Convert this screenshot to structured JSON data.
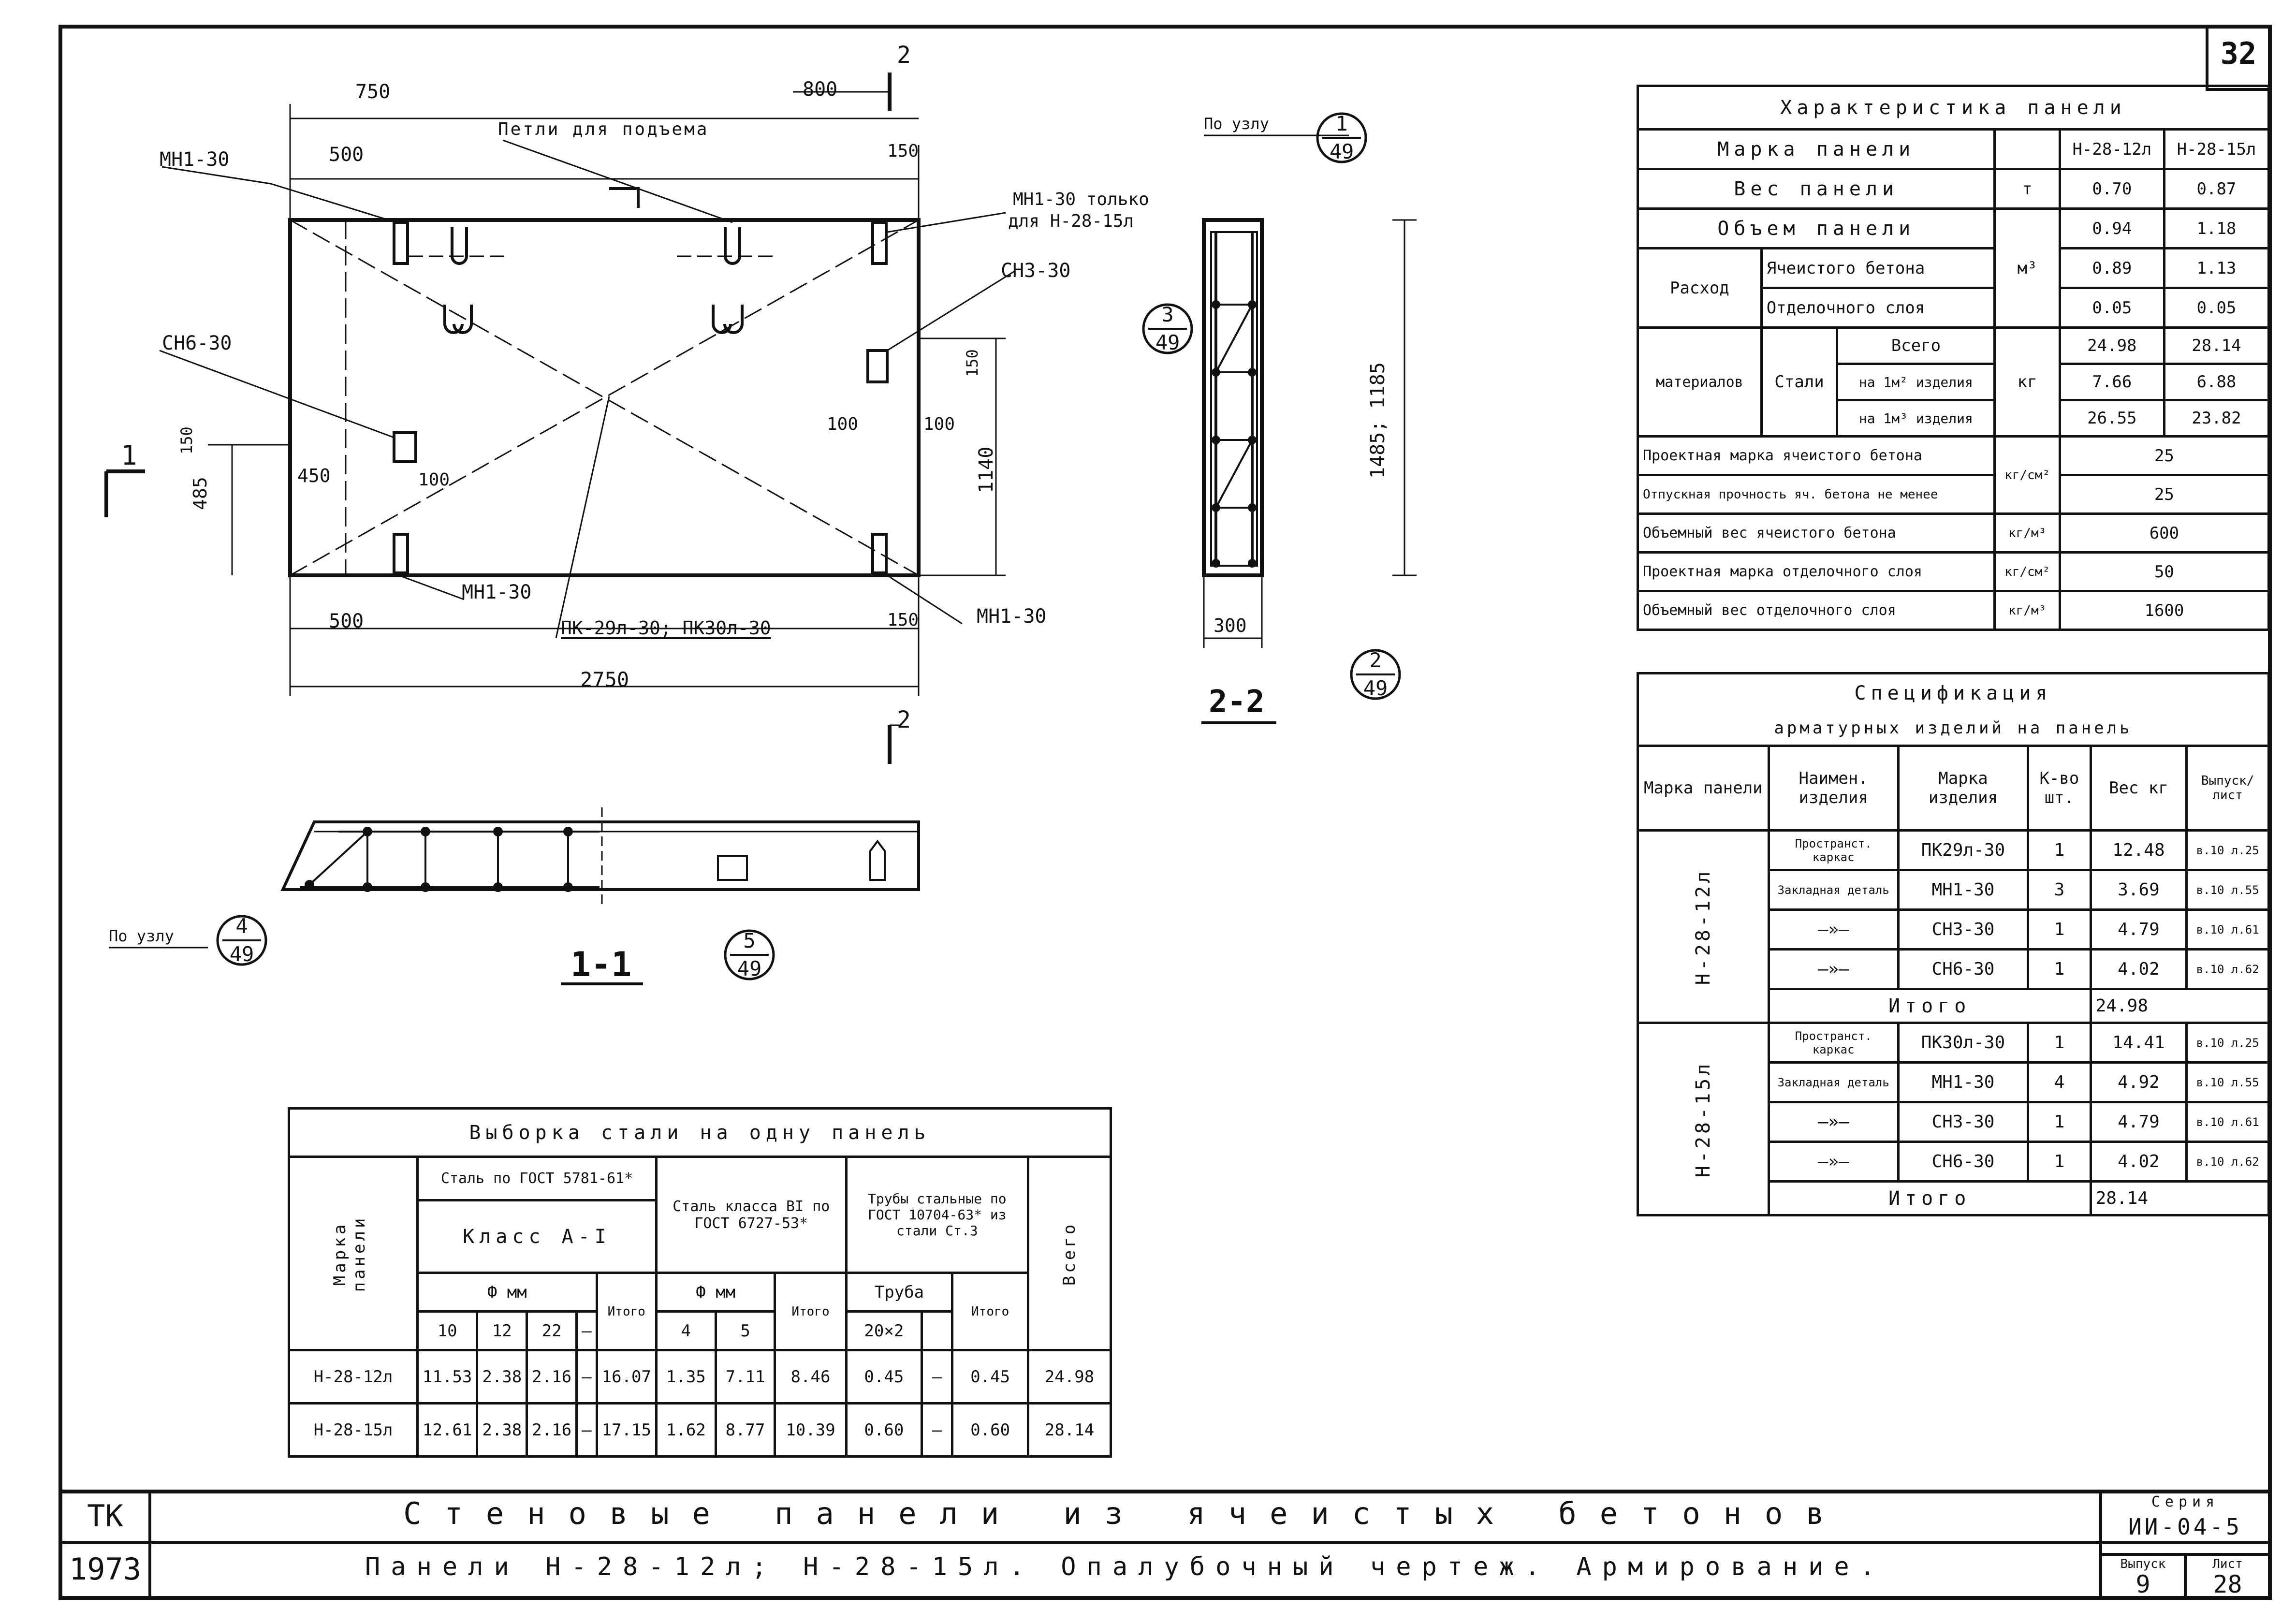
{
  "sheet": {
    "page_number": "32",
    "title_main": "Стеновые панели из ячеистых бетонов",
    "title_sub": "Панели Н-28-12л; Н-28-15л. Опалубочный чертеж. Армирование.",
    "org": "ТК",
    "year": "1973",
    "series_label": "Серия",
    "series_value": "ИИ-04-5",
    "issue_label": "Выпуск",
    "issue_value": "9",
    "sheet_label": "Лист",
    "sheet_value": "28"
  },
  "drawing": {
    "lbl_mn1_30_tl": "МН1-30",
    "lbl_petli": "Петли для подъема",
    "lbl_mn1_30_only": "МН1-30 только",
    "lbl_mn1_30_only2": "для Н-28-15л",
    "lbl_sn3_30": "СН3-30",
    "lbl_sn6_30": "СН6-30",
    "lbl_mn1_30_bottom": "МН1-30",
    "lbl_mn1_30_br": "МН1-30",
    "lbl_pk": "ПК-29л-30; ПК30л-30",
    "dim_750": "750",
    "dim_500_top": "500",
    "dim_800": "800",
    "dim_150_top": "150",
    "dim_2750": "2750",
    "dim_500_bot": "500",
    "dim_150_bot": "150",
    "dim_450": "450",
    "dim_100_l": "100",
    "dim_100_r1": "100",
    "dim_100_r2": "100",
    "dim_485": "485",
    "dim_150_v": "150",
    "dim_150_v2": "150",
    "dim_1140": "1140",
    "dim_1185": "1485; 1185",
    "dim_300": "300",
    "sec_1": "1",
    "sec_2": "2",
    "sec_2b": "2",
    "sec_1_1": "1-1",
    "sec_2_2": "2-2",
    "po_uzlu_1": "По узлу",
    "po_uzlu_4": "По узлу",
    "node_1": "1",
    "node_49a": "49",
    "node_3": "3",
    "node_49b": "49",
    "node_2": "2",
    "node_49c": "49",
    "node_4": "4",
    "node_49d": "49",
    "node_5": "5",
    "node_49e": "49"
  },
  "char_table": {
    "title": "Характеристика панели",
    "rows": [
      {
        "a": "Марка панели",
        "u": "",
        "v1": "Н-28-12л",
        "v2": "Н-28-15л"
      },
      {
        "a": "Вес панели",
        "u": "т",
        "v1": "0.70",
        "v2": "0.87"
      },
      {
        "a": "Объем панели",
        "u": "м³",
        "v1": "0.94",
        "v2": "1.18"
      },
      {
        "a1": "Расход",
        "a2": "Ячеистого бетона",
        "u": "",
        "v1": "0.89",
        "v2": "1.13"
      },
      {
        "a2": "Отделочного слоя",
        "v1": "0.05",
        "v2": "0.05"
      },
      {
        "a1": "материалов",
        "a2": "Стали",
        "a3": "Всего",
        "u": "кг",
        "v1": "24.98",
        "v2": "28.14"
      },
      {
        "a3": "на 1м² изделия",
        "v1": "7.66",
        "v2": "6.88"
      },
      {
        "a3": "на 1м³ изделия",
        "v1": "26.55",
        "v2": "23.82"
      }
    ],
    "props": [
      {
        "a": "Проектная марка ячеистого бетона",
        "u": "кг/см²",
        "v": "25"
      },
      {
        "a": "Отпускная прочность яч. бетона не менее",
        "u": "",
        "v": "25"
      },
      {
        "a": "Объемный вес ячеистого бетона",
        "u": "кг/м³",
        "v": "600"
      },
      {
        "a": "Проектная марка отделочного слоя",
        "u": "кг/см²",
        "v": "50"
      },
      {
        "a": "Объемный вес отделочного слоя",
        "u": "кг/м³",
        "v": "1600"
      }
    ]
  },
  "spec_table": {
    "title1": "Спецификация",
    "title2": "арматурных изделий на панель",
    "headers": [
      "Марка панели",
      "Наимен. изделия",
      "Марка изделия",
      "К-во шт.",
      "Вес кг",
      "Выпуск/лист"
    ],
    "groups": [
      {
        "panel": "Н-28-12л",
        "rows": [
          {
            "name": "Пространст. каркас",
            "mark": "ПК29л-30",
            "qty": "1",
            "w": "12.48",
            "ref": "в.10 л.25"
          },
          {
            "name": "Закладная деталь",
            "mark": "МН1-30",
            "qty": "3",
            "w": "3.69",
            "ref": "в.10 л.55"
          },
          {
            "name": "—»—",
            "mark": "СН3-30",
            "qty": "1",
            "w": "4.79",
            "ref": "в.10 л.61"
          },
          {
            "name": "—»—",
            "mark": "СН6-30",
            "qty": "1",
            "w": "4.02",
            "ref": "в.10 л.62"
          }
        ],
        "total_label": "Итого",
        "total": "24.98"
      },
      {
        "panel": "Н-28-15л",
        "rows": [
          {
            "name": "Пространст. каркас",
            "mark": "ПК30л-30",
            "qty": "1",
            "w": "14.41",
            "ref": "в.10 л.25"
          },
          {
            "name": "Закладная деталь",
            "mark": "МН1-30",
            "qty": "4",
            "w": "4.92",
            "ref": "в.10 л.55"
          },
          {
            "name": "—»—",
            "mark": "СН3-30",
            "qty": "1",
            "w": "4.79",
            "ref": "в.10 л.61"
          },
          {
            "name": "—»—",
            "mark": "СН6-30",
            "qty": "1",
            "w": "4.02",
            "ref": "в.10 л.62"
          }
        ],
        "total_label": "Итого",
        "total": "28.14"
      }
    ]
  },
  "steel_table": {
    "title": "Выборка стали на одну панель",
    "h_mark": "Марка панели",
    "h_gost1": "Сталь по ГОСТ 5781-61*",
    "h_class": "Класс А-I",
    "h_gost2": "Сталь класса BI по ГОСТ 6727-53*",
    "h_gost3": "Трубы стальные по ГОСТ 10704-63* из стали Ст.3",
    "h_total": "Всего",
    "h_phi": "Ф мм",
    "h_phi2": "Ф мм",
    "h_truba": "Труба",
    "h_itogo1": "Итого",
    "h_itogo2": "Итого",
    "h_itogo3": "Итого",
    "sub": [
      "10",
      "12",
      "22",
      "—",
      "4",
      "5",
      "20×2",
      ""
    ],
    "rows": [
      {
        "mark": "Н-28-12л",
        "c": [
          "11.53",
          "2.38",
          "2.16",
          "—",
          "16.07",
          "1.35",
          "7.11",
          "8.46",
          "0.45",
          "—",
          "0.45",
          "24.98"
        ]
      },
      {
        "mark": "Н-28-15л",
        "c": [
          "12.61",
          "2.38",
          "2.16",
          "—",
          "17.15",
          "1.62",
          "8.77",
          "10.39",
          "0.60",
          "—",
          "0.60",
          "28.14"
        ]
      }
    ]
  }
}
